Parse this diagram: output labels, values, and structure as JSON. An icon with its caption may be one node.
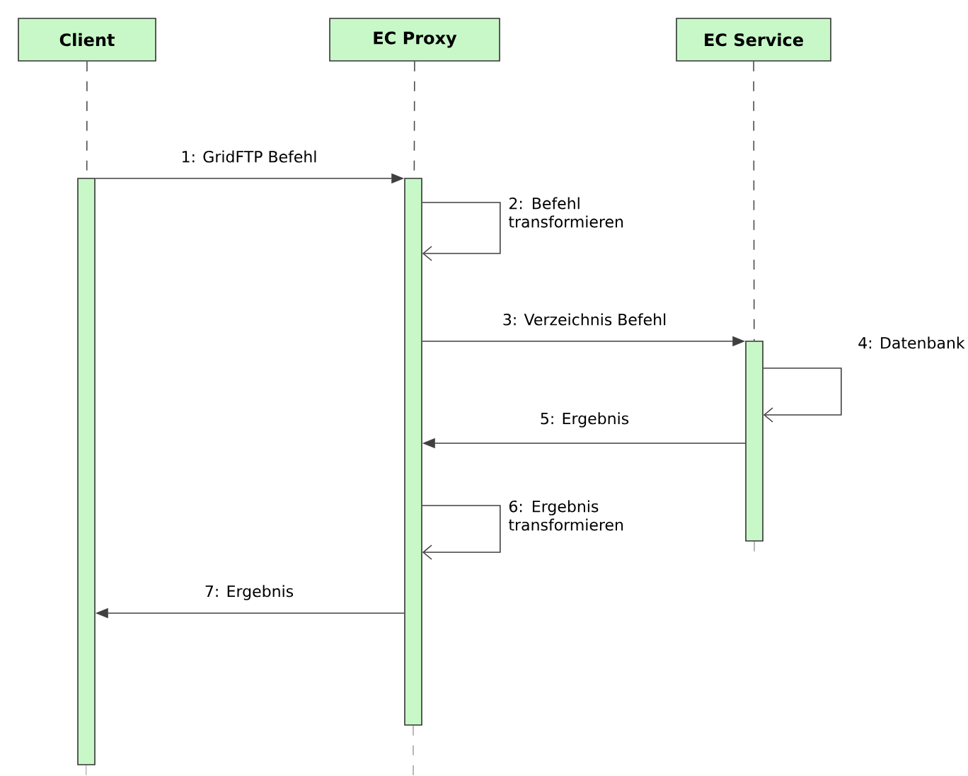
{
  "diagram": {
    "nodes": [
      {
        "text": [
          "Client"
        ]
      },
      {
        "text": [
          "EC Proxy"
        ]
      },
      {
        "text": [
          "EC Service"
        ]
      },
      {
        "text": [],
        "shape": "bar"
      },
      {
        "text": [],
        "shape": "bar"
      },
      {
        "text": [],
        "shape": "bar"
      }
    ],
    "edges": [
      {
        "from": 0,
        "to": 3,
        "arrow": "none",
        "style": "dashed"
      },
      {
        "from": 1,
        "to": 4,
        "arrow": "none",
        "style": "dashed"
      },
      {
        "from": 2,
        "to": 5,
        "arrow": "none",
        "style": "dashed"
      },
      {
        "from": 3,
        "to": 4,
        "arrow": "to",
        "label": "1: GridFTP Befehl"
      },
      {
        "from": 4,
        "to": 4,
        "arrow": "to",
        "label": "2: Befehl transformieren"
      },
      {
        "from": 4,
        "to": 5,
        "arrow": "to",
        "label": "3: Verzeichnis Befehl"
      },
      {
        "from": 5,
        "to": 5,
        "arrow": "to",
        "label": "4: Datenbank"
      },
      {
        "from": 5,
        "to": 4,
        "arrow": "to",
        "label": "5: Ergebnis"
      },
      {
        "from": 4,
        "to": 4,
        "arrow": "to",
        "label": "6: Ergebnis transformieren"
      },
      {
        "from": 4,
        "to": 3,
        "arrow": "to",
        "label": "7: Ergebnis"
      }
    ]
  }
}
